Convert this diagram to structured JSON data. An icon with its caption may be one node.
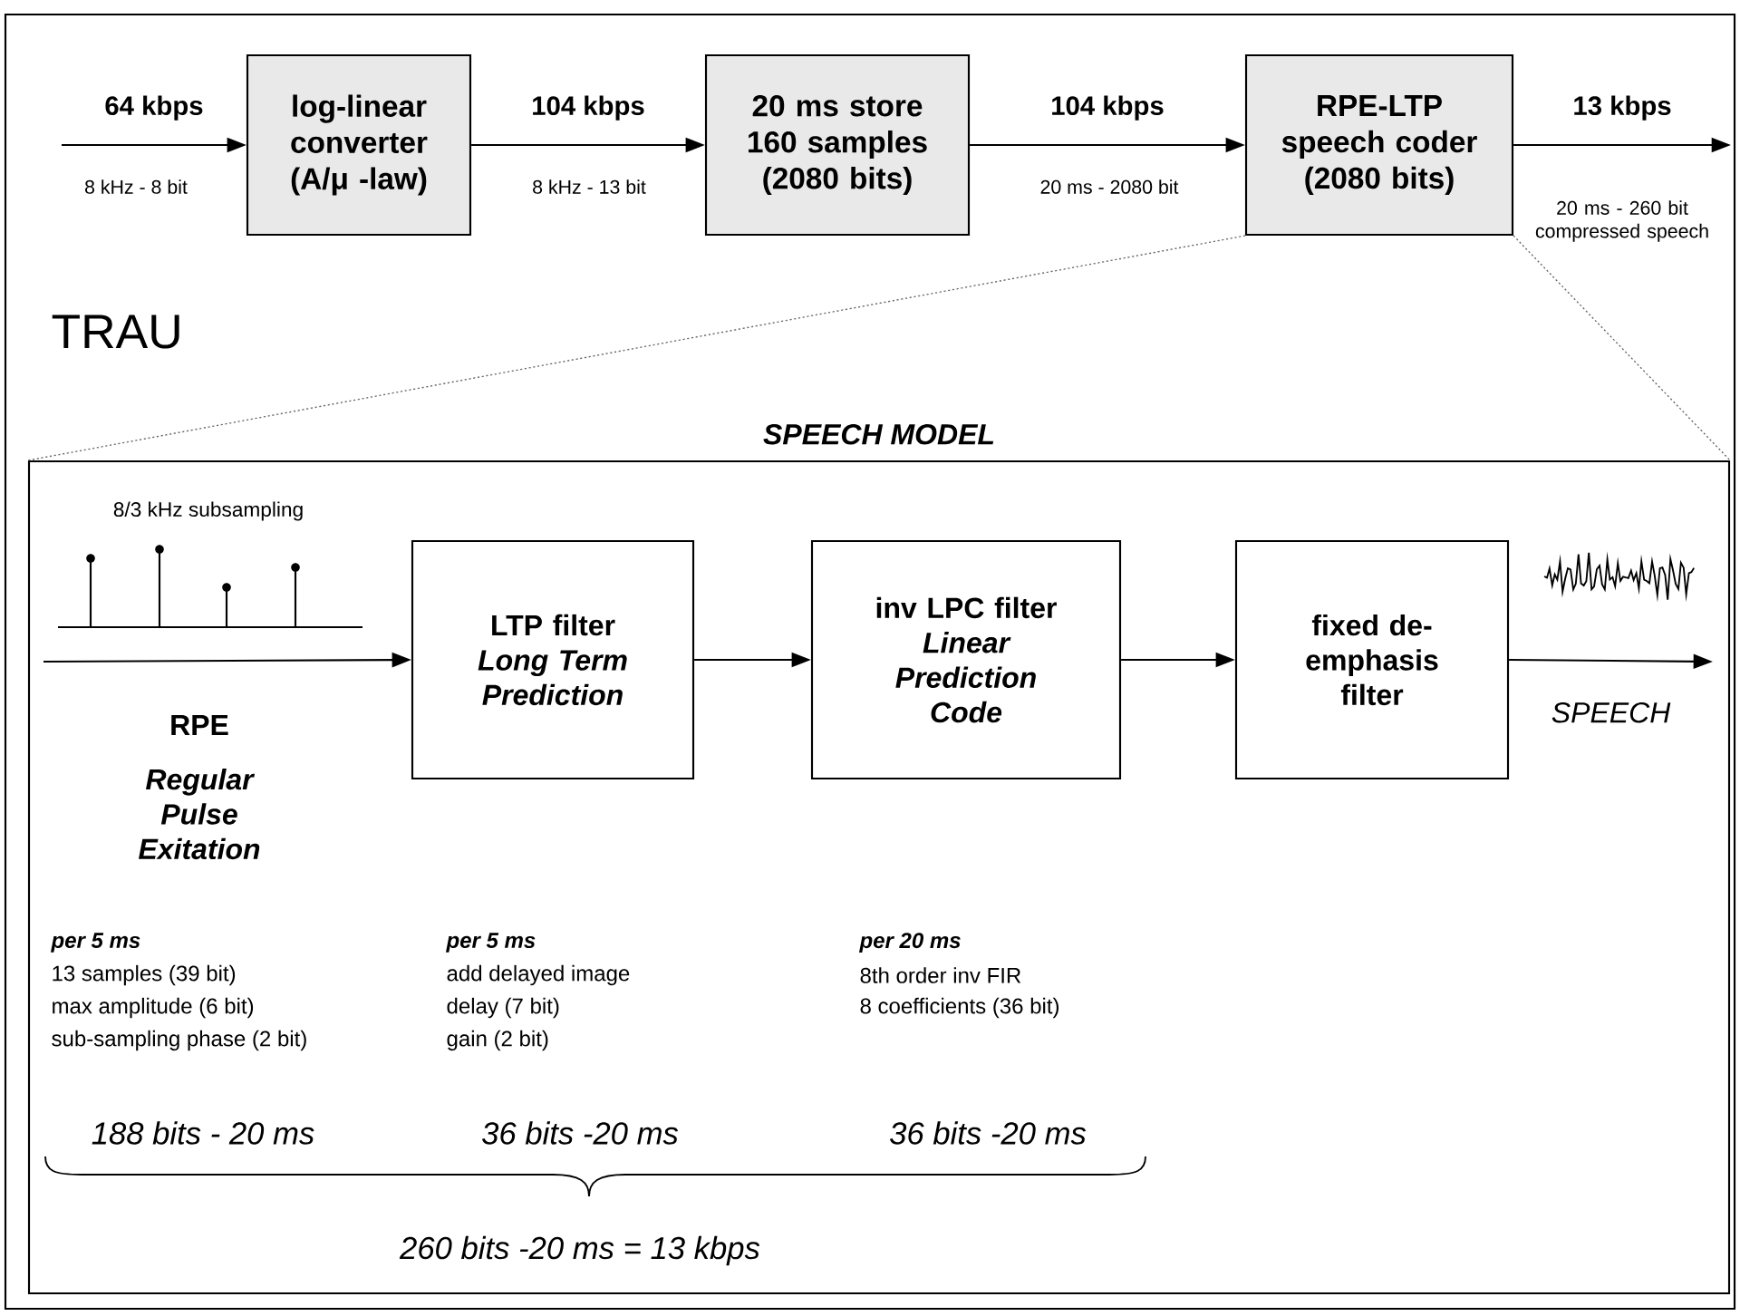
{
  "diagram": {
    "nodes": [
      {
        "text": [
          "log-linear converter (A/μ -law)"
        ]
      },
      {
        "text": [
          "20 ms store 160 samples (2080 bits)"
        ]
      },
      {
        "text": [
          "RPE-LTP speech coder (2080 bits)"
        ]
      },
      {
        "text": [
          "SPEECH MODEL"
        ]
      },
      {
        "text": [
          "LTP filter",
          "Long Term Prediction"
        ],
        "in": 3
      },
      {
        "text": [
          "inv LPC filter",
          "Linear Prediction Code"
        ],
        "in": 3
      },
      {
        "text": [
          "fixed de-emphasis filter"
        ],
        "in": 3
      }
    ],
    "edges": [
      {
        "from": null,
        "to": 0,
        "arrow": "to",
        "label": "64 kbps"
      },
      {
        "from": 0,
        "to": 1,
        "arrow": "to",
        "label": "104 kbps"
      },
      {
        "from": 1,
        "to": 2,
        "arrow": "to",
        "label": "104 kbps"
      },
      {
        "from": 2,
        "to": null,
        "arrow": "to",
        "label": "13 kbps"
      },
      {
        "from": 2,
        "to": 3,
        "arrow": "none",
        "style": "dashed",
        "color": "#666666"
      },
      {
        "from": 2,
        "to": 3,
        "arrow": "none",
        "style": "dashed",
        "color": "#666666"
      },
      {
        "from": null,
        "to": 4,
        "arrow": "to"
      },
      {
        "from": 4,
        "to": 5,
        "arrow": "to"
      },
      {
        "from": 5,
        "to": 6,
        "arrow": "to"
      },
      {
        "from": 6,
        "to": null,
        "arrow": "to",
        "label": "SPEECH"
      }
    ],
    "labels": [
      "8 kHz - 8 bit",
      "8 kHz - 13 bit",
      "20 ms - 2080 bit",
      "20 ms - 260 bit compressed speech",
      "TRAU",
      "8/3 kHz subsampling",
      "RPE",
      "Regular Pulse Exitation",
      "per 5 ms",
      "13 samples (39 bit)",
      "max amplitude (6 bit)",
      "sub-sampling phase (2 bit)",
      "per 5 ms",
      "add delayed image",
      "delay (7 bit)",
      "gain (2 bit)",
      "per 20 ms",
      "8th order inv FIR",
      "8 coefficients  (36 bit)",
      "188 bits - 20 ms",
      "36 bits -20 ms",
      "36 bits -20 ms",
      "260 bits -20 ms = 13 kbps"
    ]
  }
}
